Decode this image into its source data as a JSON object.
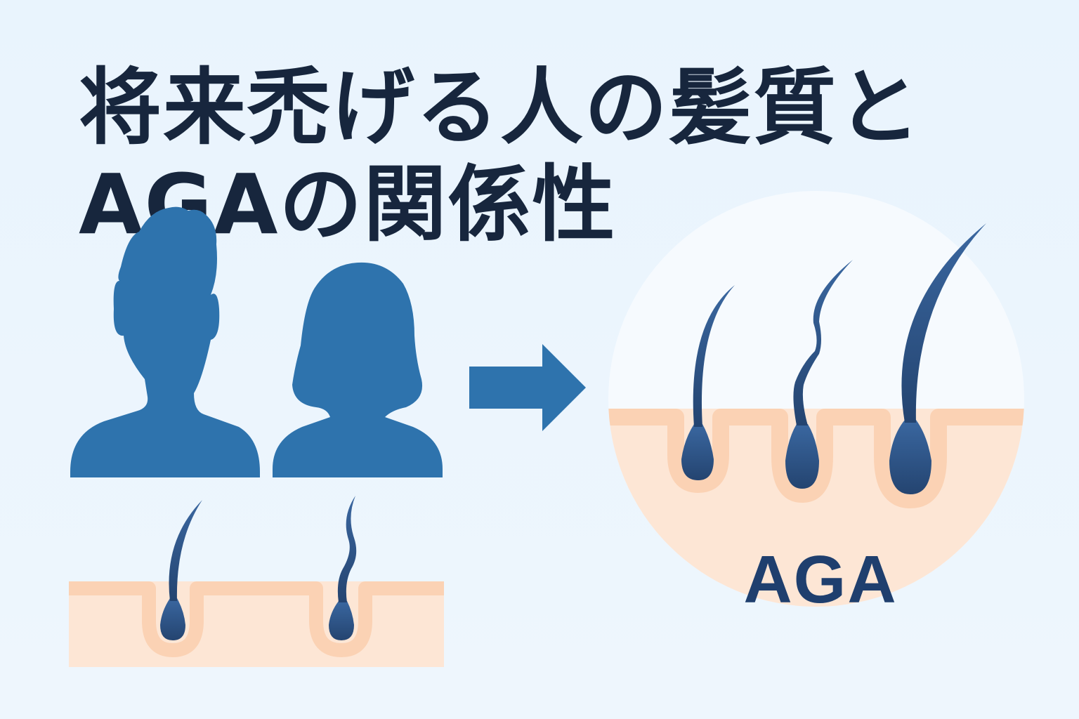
{
  "title": {
    "line1": "将来禿げる人の髪質と",
    "line2": "AGAの関係性"
  },
  "magnified_label": "AGA",
  "colors": {
    "background": "#eaf4fd",
    "title_text": "#17263d",
    "silhouette": "#2e73ad",
    "arrow": "#2e73ad",
    "hair": "#2a4d7c",
    "skin": "#fde6d5",
    "skin_edge": "#fbd2b4",
    "circle_sky": "#f6fafe",
    "aga_text": "#1f3f6e"
  },
  "icons": [
    "male-silhouette-icon",
    "female-silhouette-icon",
    "right-arrow-icon"
  ]
}
